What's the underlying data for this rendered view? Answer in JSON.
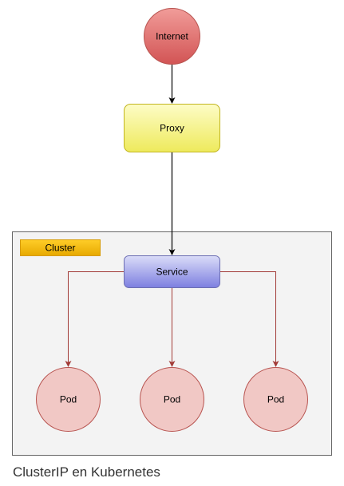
{
  "nodes": {
    "internet": "Internet",
    "proxy": "Proxy",
    "cluster": "Cluster",
    "service": "Service",
    "pods": [
      "Pod",
      "Pod",
      "Pod"
    ]
  },
  "caption": "ClusterIP en Kubernetes",
  "colors": {
    "internet_fill_top": "#f19c99",
    "internet_fill_bottom": "#d25454",
    "internet_stroke": "#b85450",
    "proxy_fill_top": "#fdfcc6",
    "proxy_fill_bottom": "#eeea5c",
    "proxy_stroke": "#c2b51f",
    "cluster_fill": "#f3f3f3",
    "cluster_stroke": "#666666",
    "cluster_label_top": "#ffcd28",
    "cluster_label_bottom": "#e7a900",
    "cluster_label_stroke": "#d79b00",
    "service_fill_top": "#dadcf8",
    "service_fill_bottom": "#7d7fe0",
    "service_stroke": "#6c6eb3",
    "pod_fill": "#f1c8c5",
    "pod_stroke": "#b85450",
    "main_arrow": "#000000",
    "pod_arrow": "#a23b37"
  }
}
